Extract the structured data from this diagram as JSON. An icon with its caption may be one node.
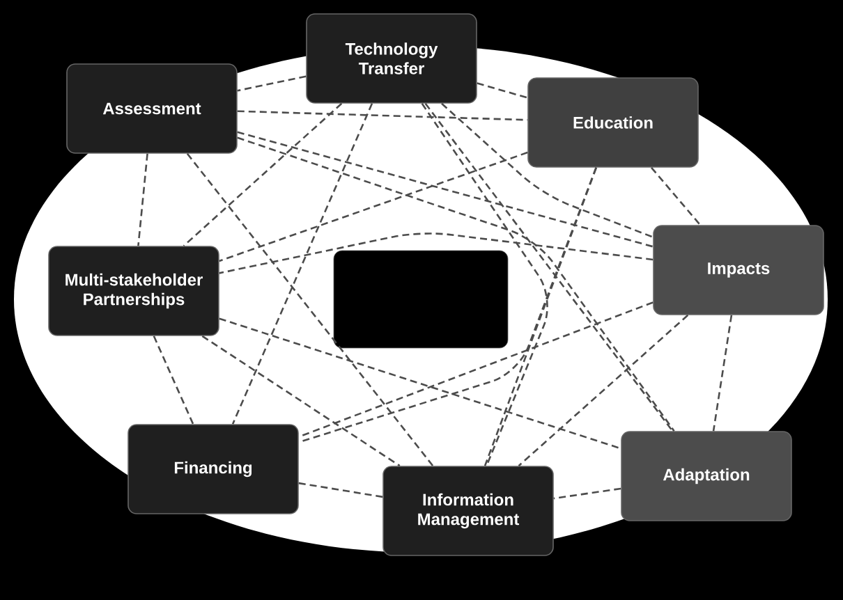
{
  "diagram": {
    "nodes": [
      {
        "text": [
          "Technology Transfer"
        ]
      },
      {
        "text": [
          "Assessment"
        ]
      },
      {
        "text": [
          "Education"
        ]
      },
      {
        "text": [
          "Impacts"
        ]
      },
      {
        "text": [
          "Multi-stakeholder Partnerships"
        ]
      },
      {
        "text": [],
        "shape": "box"
      },
      {
        "text": [
          "Financing"
        ]
      },
      {
        "text": [
          "Adaptation"
        ]
      },
      {
        "text": [
          "Information Management"
        ]
      }
    ],
    "edges": [
      {
        "from": 0,
        "to": 1,
        "arrow": "none",
        "style": "dashed"
      },
      {
        "from": 0,
        "to": 2,
        "arrow": "none",
        "style": "dashed"
      },
      {
        "from": 0,
        "to": 3,
        "arrow": "none",
        "style": "dashed"
      },
      {
        "from": 0,
        "to": 4,
        "arrow": "none",
        "style": "dashed"
      },
      {
        "from": 0,
        "to": 6,
        "arrow": "none",
        "style": "dashed"
      },
      {
        "from": 0,
        "to": 7,
        "arrow": "none",
        "style": "dashed"
      },
      {
        "from": 0,
        "to": 8,
        "arrow": "none",
        "style": "dashed"
      },
      {
        "from": 1,
        "to": 2,
        "arrow": "none",
        "style": "dashed"
      },
      {
        "from": 1,
        "to": 3,
        "arrow": "none",
        "style": "dashed"
      },
      {
        "from": 1,
        "to": 4,
        "arrow": "none",
        "style": "dashed"
      },
      {
        "from": 1,
        "to": 7,
        "arrow": "none",
        "style": "dashed"
      },
      {
        "from": 1,
        "to": 8,
        "arrow": "none",
        "style": "dashed"
      },
      {
        "from": 2,
        "to": 3,
        "arrow": "none",
        "style": "dashed"
      },
      {
        "from": 2,
        "to": 4,
        "arrow": "none",
        "style": "dashed"
      },
      {
        "from": 2,
        "to": 6,
        "arrow": "none",
        "style": "dashed"
      },
      {
        "from": 2,
        "to": 8,
        "arrow": "none",
        "style": "dashed"
      },
      {
        "from": 3,
        "to": 4,
        "arrow": "none",
        "style": "dashed"
      },
      {
        "from": 3,
        "to": 6,
        "arrow": "none",
        "style": "dashed"
      },
      {
        "from": 3,
        "to": 7,
        "arrow": "none",
        "style": "dashed"
      },
      {
        "from": 3,
        "to": 8,
        "arrow": "none",
        "style": "dashed"
      },
      {
        "from": 4,
        "to": 6,
        "arrow": "none",
        "style": "dashed"
      },
      {
        "from": 4,
        "to": 7,
        "arrow": "none",
        "style": "dashed"
      },
      {
        "from": 4,
        "to": 8,
        "arrow": "none",
        "style": "dashed"
      },
      {
        "from": 6,
        "to": 8,
        "arrow": "none",
        "style": "dashed"
      },
      {
        "from": 7,
        "to": 8,
        "arrow": "none",
        "style": "dashed"
      }
    ]
  }
}
